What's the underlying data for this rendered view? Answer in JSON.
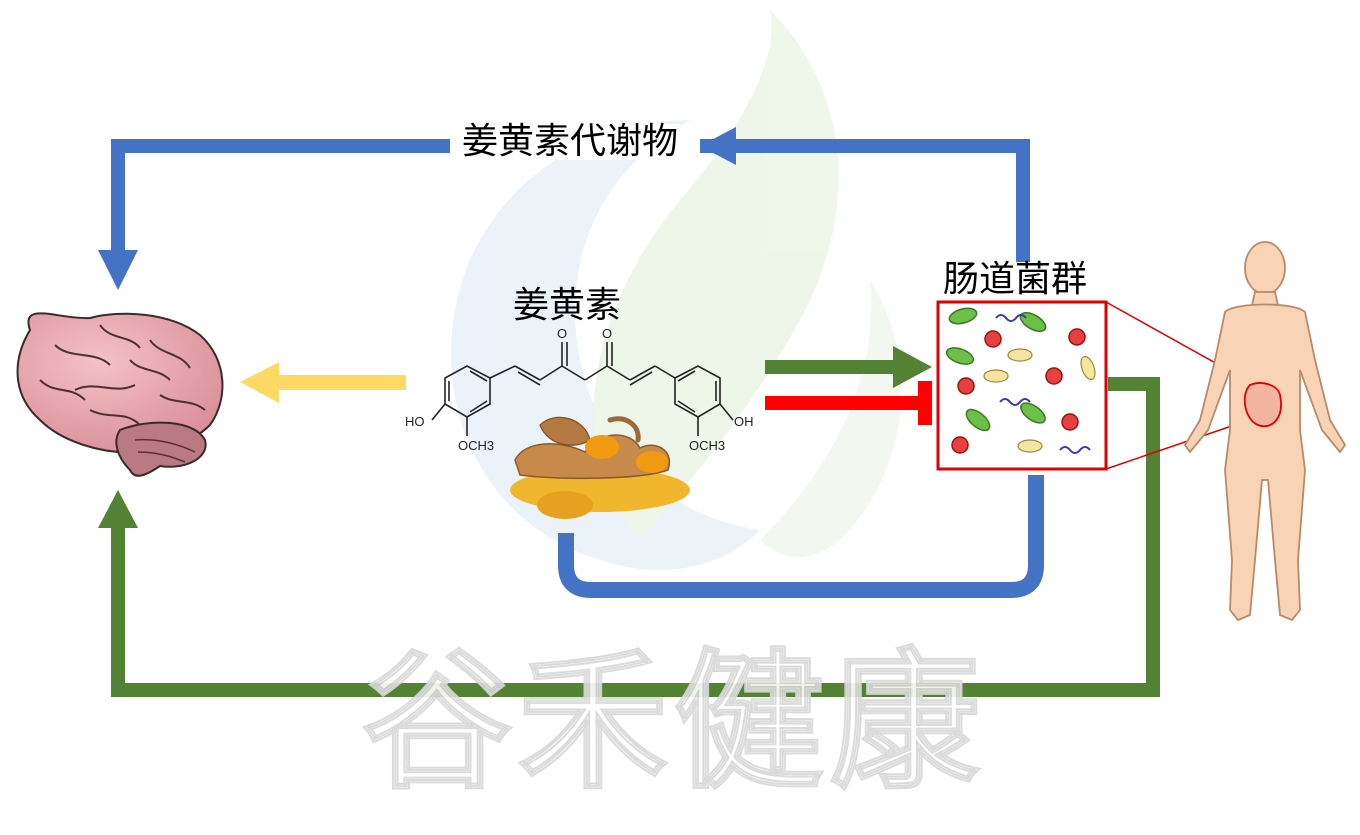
{
  "labels": {
    "metabolites": "姜黄素代谢物",
    "curcumin": "姜黄素",
    "gut_microbiota": "肠道菌群"
  },
  "chem_labels": {
    "ho_left": "HO",
    "och3_left": "OCH3",
    "o_left": "O",
    "o_right": "O",
    "och3_right": "OCH3",
    "oh_right": "OH"
  },
  "watermark": "谷禾健康",
  "colors": {
    "blue_arrow": "#4472c4",
    "green_arrow": "#548235",
    "yellow_arrow": "#ffd966",
    "red_inhibit": "#ff0000",
    "brain": "#e8a4ad",
    "body": "#f8d3b5",
    "turmeric": "#e8a020"
  },
  "icons": [
    "brain-icon",
    "turmeric-icon",
    "bacteria-icon",
    "human-body-icon"
  ]
}
